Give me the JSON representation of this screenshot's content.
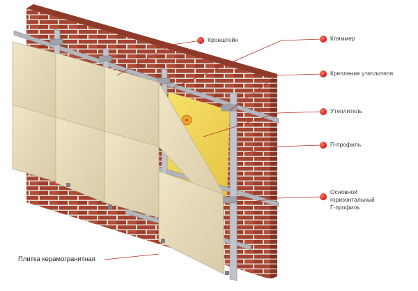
{
  "diagram": {
    "labels": {
      "bracket": "Кронштейн",
      "clamp": "Кляммер",
      "insulation_fastener": "Крепление утеплителя",
      "insulation": "Утеплитель",
      "p_profile": "П-профиль",
      "main_profile_line1": "Основной",
      "main_profile_line2": "горизонтальный",
      "main_profile_line3": "Г-профиль",
      "tile": "Плитка керамогранитная"
    },
    "colors": {
      "brick": "#a64432",
      "mortar": "#e4ddd5",
      "insulation": "#f2d85a",
      "metal": "#b4b6bb",
      "tile": "#e6dcbc",
      "marker": "#d8231c",
      "leader": "#b03020"
    }
  }
}
